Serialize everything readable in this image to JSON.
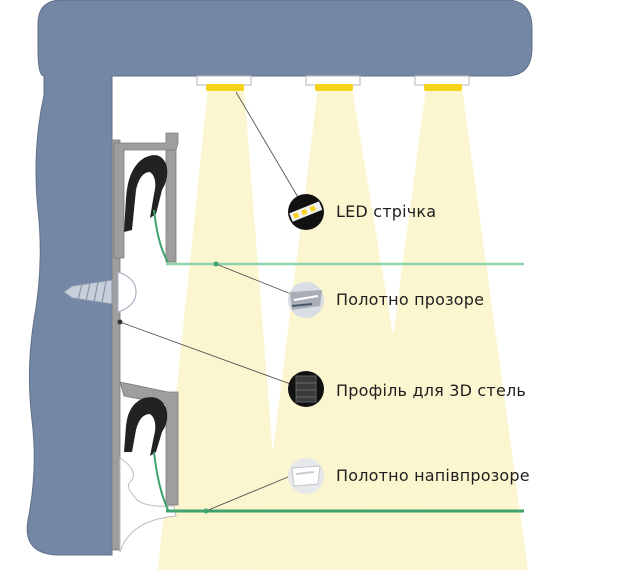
{
  "labels": {
    "led": "LED стрічка",
    "transparent": "Полотно прозоре",
    "profile": "Профіль для 3D стель",
    "semitransparent": "Полотно напівпрозоре"
  },
  "colors": {
    "wall": "#7487a5",
    "wall_stroke": "#5f6f88",
    "light_beam": "#fbf6cc",
    "led_chip": "#f6d31b",
    "film_green": "#8fd2ac",
    "film_green_dark": "#3fa36e",
    "profile_gray": "#9e9e9e",
    "clip_black": "#222222",
    "leader_line": "#555555"
  }
}
